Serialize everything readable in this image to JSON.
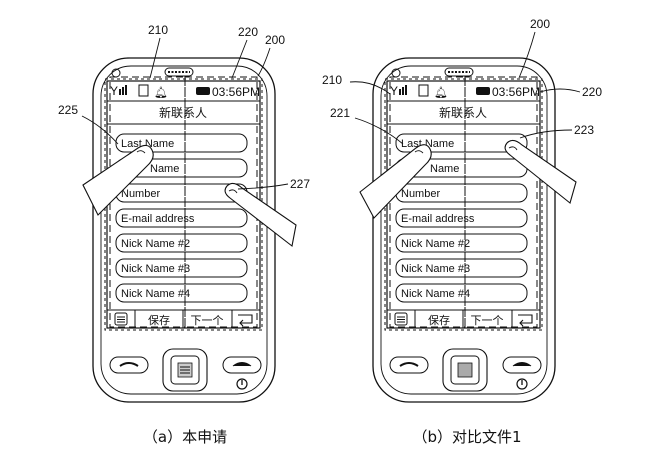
{
  "panels": [
    {
      "id": "a",
      "caption": "（a）本申请",
      "time": "03:56PM",
      "title": "新联系人",
      "fields": [
        "Last Name",
        "Name",
        "Number",
        "E-mail address",
        "Nick Name #2",
        "Nick Name #3",
        "Nick Name #4"
      ],
      "softkeys": [
        "保存",
        "下一个"
      ],
      "refs": [
        "210",
        "220",
        "200",
        "225",
        "227"
      ]
    },
    {
      "id": "b",
      "caption": "（b）对比文件1",
      "time": "03:56PM",
      "title": "新联系人",
      "fields": [
        "Last Name",
        "Name",
        "Number",
        "E-mail address",
        "Nick Name #2",
        "Nick Name #3",
        "Nick Name #4"
      ],
      "softkeys": [
        "保存",
        "下一个"
      ],
      "refs": [
        "200",
        "210",
        "220",
        "221",
        "223"
      ]
    }
  ]
}
